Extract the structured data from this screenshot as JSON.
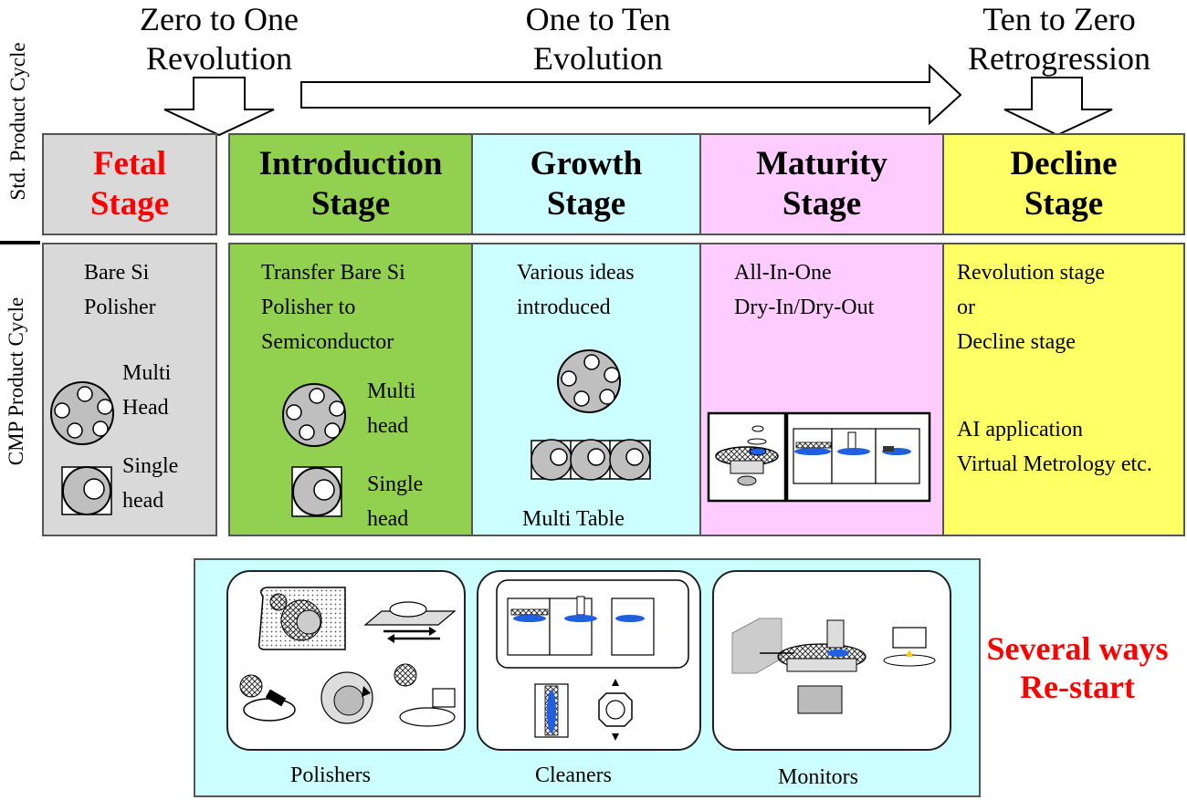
{
  "top_headers": {
    "zero_to_one": "Zero to One\nRevolution",
    "one_to_ten": "One to Ten\nEvolution",
    "ten_to_zero": "Ten to Zero\nRetrogression"
  },
  "side_labels": {
    "std_cycle": "Std. Product Cycle",
    "cmp_cycle": "CMP Product Cycle"
  },
  "stages": {
    "fetal": {
      "title": "Fetal\nStage",
      "color": "#d9d9d9",
      "title_color": "#ff0000",
      "text": "Bare Si\nPolisher",
      "multi_label": "Multi\nHead",
      "single_label": "Single\nhead"
    },
    "introduction": {
      "title": "Introduction\nStage",
      "color": "#92d050",
      "title_color": "#000000",
      "text": "Transfer Bare Si\nPolisher to\nSemiconductor",
      "multi_label": "Multi\nhead",
      "single_label": "Single\nhead"
    },
    "growth": {
      "title": "Growth\nStage",
      "color": "#ccffff",
      "title_color": "#000000",
      "text": "Various ideas\nintroduced",
      "multi_table_label": "Multi Table"
    },
    "maturity": {
      "title": "Maturity\nStage",
      "color": "#ffccff",
      "title_color": "#000000",
      "text": "All-In-One\nDry-In/Dry-Out"
    },
    "decline": {
      "title": "Decline\nStage",
      "color": "#ffff66",
      "title_color": "#000000",
      "text": "Revolution stage\nor\nDecline stage",
      "text2": "AI application\nVirtual Metrology etc."
    }
  },
  "restart_panel": {
    "color": "#ccffff",
    "polishers_label": "Polishers",
    "cleaners_label": "Cleaners",
    "monitors_label": "Monitors"
  },
  "restart_note": {
    "text": "Several ways\nRe-start",
    "color": "#ff0000"
  }
}
